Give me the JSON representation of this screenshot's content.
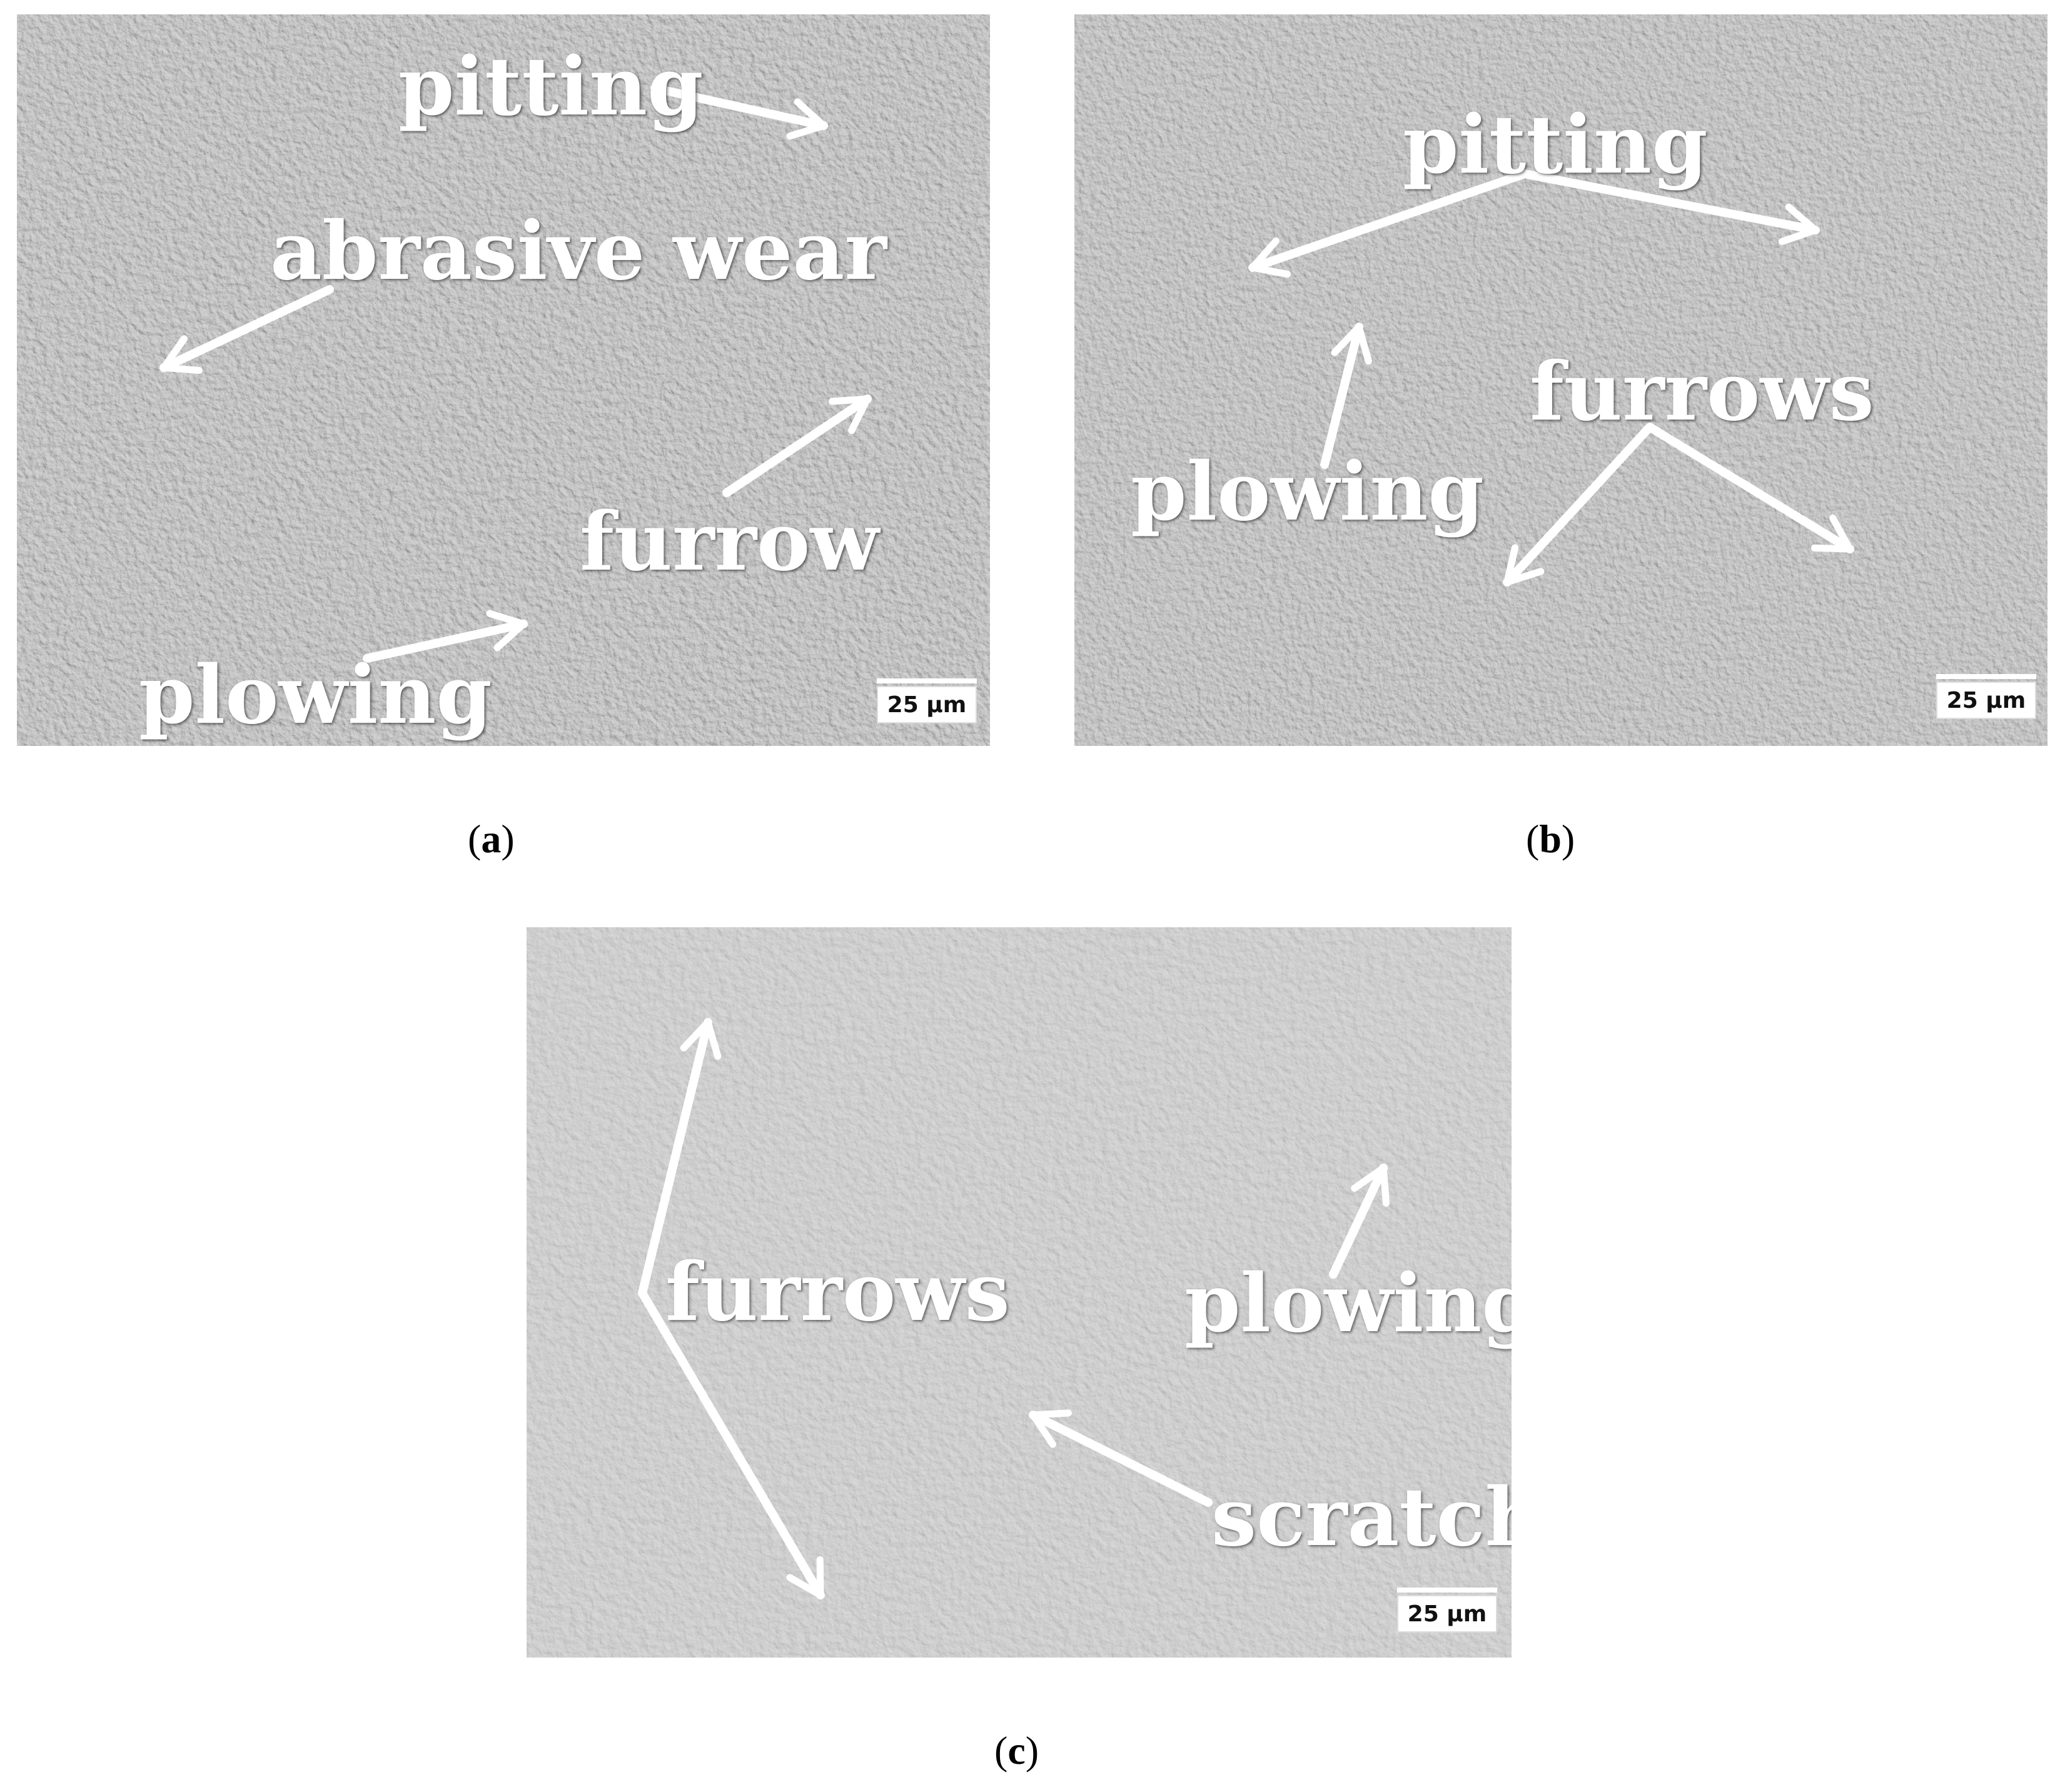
{
  "panels": [
    {
      "id": "a",
      "caption_letter": "a",
      "labels": [
        "pitting",
        "abrasive wear",
        "furrow",
        "plowing"
      ],
      "scale_bar": "25 µm"
    },
    {
      "id": "b",
      "caption_letter": "b",
      "labels": [
        "pitting",
        "plowing",
        "furrows"
      ],
      "scale_bar": "25 µm"
    },
    {
      "id": "c",
      "caption_letter": "c",
      "labels": [
        "furrows",
        "plowing",
        "scratche"
      ],
      "scale_bar": "25 µm"
    }
  ],
  "colors": {
    "surface": "#7f7f7f",
    "annotation": "#ffffff",
    "caption": "#000000"
  }
}
